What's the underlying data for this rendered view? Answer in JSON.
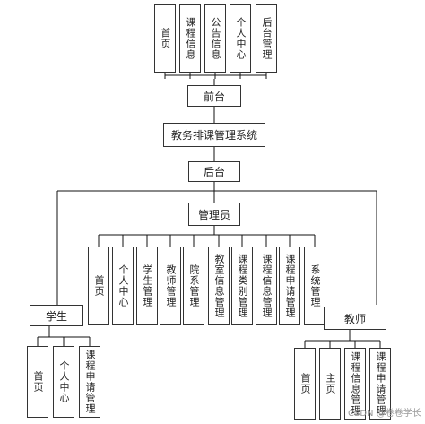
{
  "diagram": {
    "frontend_pages": [
      "首页",
      "课程信息",
      "公告信息",
      "个人中心",
      "后台管理"
    ],
    "frontend": "前台",
    "system": "教务排课管理系统",
    "backend": "后台",
    "admin": "管理员",
    "admin_pages": [
      "首页",
      "个人中心",
      "学生管理",
      "教师管理",
      "院系管理",
      "教室信息管理",
      "课程类别管理",
      "课程信息管理",
      "课程申请管理",
      "系统管理"
    ],
    "student": "学生",
    "student_pages": [
      "首页",
      "个人中心",
      "课程申请管理"
    ],
    "teacher": "教师",
    "teacher_pages": [
      "首页",
      "主页",
      "课程信息管理",
      "课程申请管理"
    ]
  },
  "watermark": "CSDN @卷卷学长"
}
